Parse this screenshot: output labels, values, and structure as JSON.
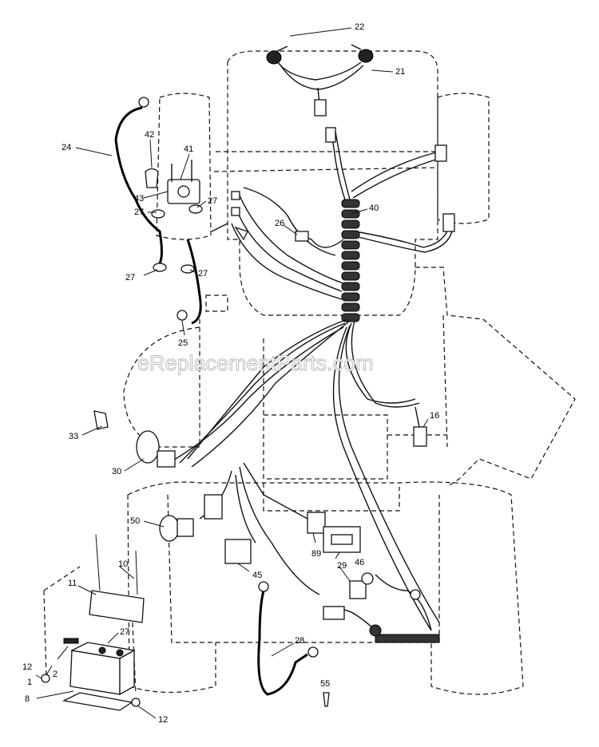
{
  "watermark": "eReplacementParts.com",
  "callouts": [
    {
      "id": "c22",
      "label": "22"
    },
    {
      "id": "c21",
      "label": "21"
    },
    {
      "id": "c24",
      "label": "24"
    },
    {
      "id": "c42",
      "label": "42"
    },
    {
      "id": "c41",
      "label": "41"
    },
    {
      "id": "c43",
      "label": "43"
    },
    {
      "id": "c27a",
      "label": "27"
    },
    {
      "id": "c27b",
      "label": "27"
    },
    {
      "id": "c27c",
      "label": "27"
    },
    {
      "id": "c27d",
      "label": "27"
    },
    {
      "id": "c27e",
      "label": "27"
    },
    {
      "id": "c40",
      "label": "40"
    },
    {
      "id": "c26",
      "label": "26"
    },
    {
      "id": "c25",
      "label": "25"
    },
    {
      "id": "c16",
      "label": "16"
    },
    {
      "id": "c33",
      "label": "33"
    },
    {
      "id": "c30",
      "label": "30"
    },
    {
      "id": "c50",
      "label": "50"
    },
    {
      "id": "c10",
      "label": "10"
    },
    {
      "id": "c11",
      "label": "11"
    },
    {
      "id": "c89",
      "label": "89"
    },
    {
      "id": "c46",
      "label": "46"
    },
    {
      "id": "c45",
      "label": "45"
    },
    {
      "id": "c29",
      "label": "29"
    },
    {
      "id": "c28",
      "label": "28"
    },
    {
      "id": "c12a",
      "label": "12"
    },
    {
      "id": "c12b",
      "label": "12"
    },
    {
      "id": "c1",
      "label": "1"
    },
    {
      "id": "c2",
      "label": "2"
    },
    {
      "id": "c8",
      "label": "8"
    },
    {
      "id": "c55",
      "label": "55"
    }
  ]
}
